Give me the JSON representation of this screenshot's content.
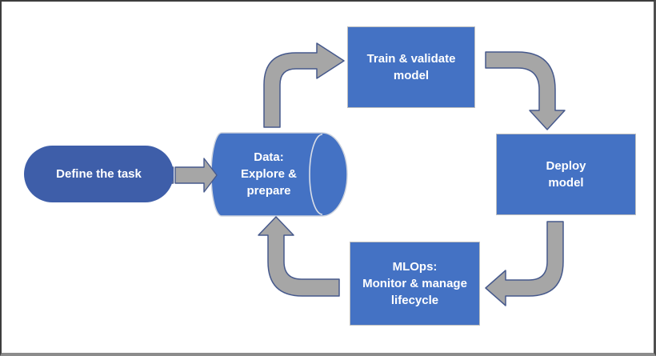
{
  "colors": {
    "background": "#FFFFFF",
    "node_fill": "#4472C4",
    "start_node_fill": "#3E5EA9",
    "node_border": "#BFBFBF",
    "cylinder_outline": "#CDD3DE",
    "cylinder_inner_arc": "#D9DEE8",
    "arrow_fill": "#A6A6A6",
    "arrow_outline": "#46598C",
    "text": "#FFFFFF",
    "frame_border": "#3D3D3D",
    "frame_bottom_shadow": "#8C8C8C"
  },
  "diagram": {
    "type": "flowchart",
    "nodes": {
      "define_task": {
        "shape": "pill",
        "line1": "Define the task"
      },
      "data": {
        "shape": "cylinder",
        "line1": "Data:",
        "line2": "Explore &",
        "line3": "prepare"
      },
      "train": {
        "shape": "rectangle",
        "line1": "Train & validate",
        "line2": "model"
      },
      "deploy": {
        "shape": "rectangle",
        "line1": "Deploy",
        "line2": "model"
      },
      "mlops": {
        "shape": "rectangle",
        "line1": "MLOps:",
        "line2": "Monitor & manage",
        "line3": "lifecycle"
      }
    },
    "connections": [
      {
        "from": "define_task",
        "to": "data",
        "style": "striped-right-arrow"
      },
      {
        "from": "data",
        "to": "train",
        "style": "elbow-up-then-right"
      },
      {
        "from": "train",
        "to": "deploy",
        "style": "elbow-right-then-down"
      },
      {
        "from": "deploy",
        "to": "mlops",
        "style": "elbow-down-then-left"
      },
      {
        "from": "mlops",
        "to": "data",
        "style": "elbow-left-then-up"
      }
    ]
  }
}
